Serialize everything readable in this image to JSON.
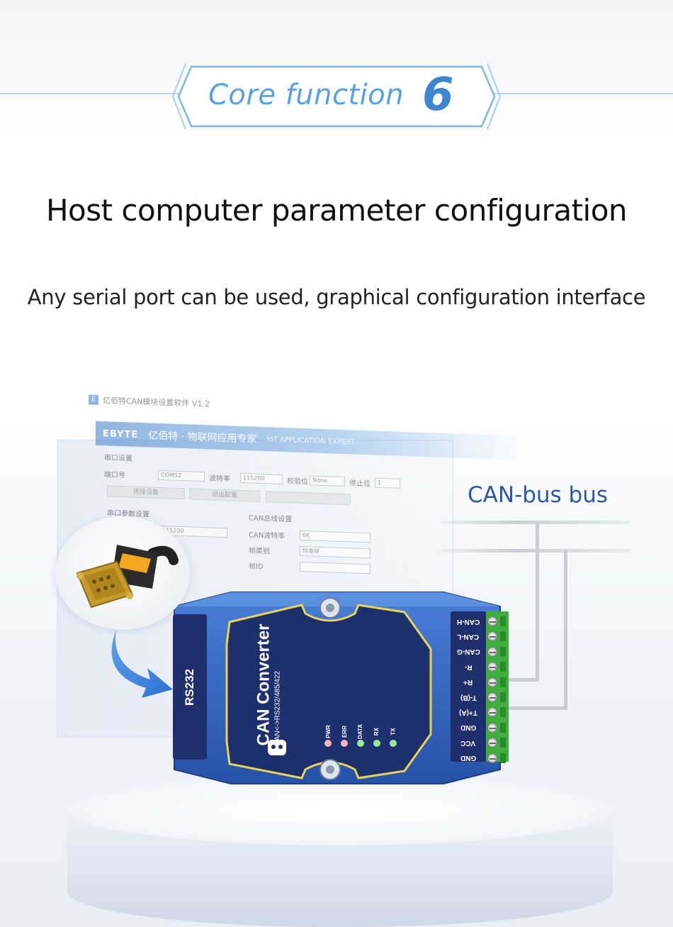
{
  "banner": {
    "label": "Core function",
    "number": "6"
  },
  "title": "Host computer parameter configuration",
  "subtitle": "Any serial port can be used, graphical configuration interface",
  "software": {
    "window_title": "亿佰特CAN模块设置软件 V1.2",
    "logo_letter": "E",
    "brand": "EBYTE",
    "brand_cn": "亿佰特 · 物联网应用专家",
    "brand_en": "IoT APPLICATION EXPERT",
    "serial_settings": "串口设置",
    "port_label": "端口号",
    "port_value": "COM52",
    "baud_label": "波特率",
    "baud_value": "115200",
    "parity_label": "校验位",
    "parity_value": "None",
    "stop_label": "停止位",
    "stop_value": "1",
    "connect_button": "连接设备",
    "exit_button": "退出配置",
    "param_settings": "串口参数设置",
    "param_baud_value": "115200",
    "can_settings": "CAN总线设置",
    "can_baud_label": "CAN波特率",
    "can_baud_value": "6K",
    "frame_type_label": "帧类别",
    "frame_type_value": "标准帧",
    "frame_id_label": "帧ID"
  },
  "canbus_label": "CAN-bus bus",
  "device": {
    "port_label": "RS232",
    "name": "CAN Converter",
    "model": "CAN<->RS232/485/422",
    "leds": [
      {
        "label": "PWR",
        "color": "#f3b2c0"
      },
      {
        "label": "ERR",
        "color": "#f3b2c0"
      },
      {
        "label": "DATA",
        "color": "#9ee59e"
      },
      {
        "label": "RX",
        "color": "#9ee59e"
      },
      {
        "label": "TX",
        "color": "#9ee59e"
      }
    ],
    "terminals": [
      "CAN-H",
      "CAN-L",
      "CAN-G",
      "R-",
      "R+",
      "T-(B)",
      "T+(A)",
      "GND",
      "VCC",
      "GND"
    ]
  },
  "colors": {
    "banner_text": "#5aa2df",
    "banner_border": "#7fb5e8",
    "device_blue": "#2f5fc2",
    "device_dark": "#1f2f6b",
    "accent_yellow": "#e8d35a",
    "terminal_green": "#3fae3f",
    "canbus_text": "#2d57a0"
  }
}
